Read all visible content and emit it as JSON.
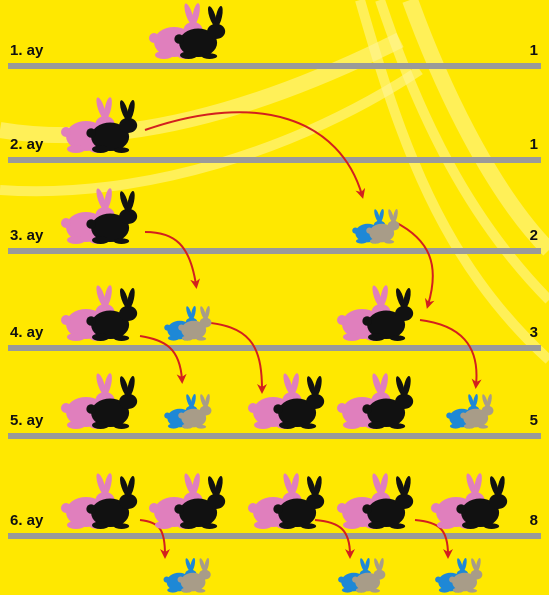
{
  "colors": {
    "background": "#ffe800",
    "ground_line": "#9a9a9a",
    "adult_female": "#e07fbd",
    "adult_male": "#111111",
    "baby_female": "#1e88d6",
    "baby_male": "#a89c88",
    "arrow": "#d2201e",
    "swirl": "#fff6a0"
  },
  "rows": [
    {
      "month": "1. ay",
      "count": "1",
      "pairs": [
        {
          "kind": "adult",
          "slot": 1
        }
      ]
    },
    {
      "month": "2. ay",
      "count": "1",
      "pairs": [
        {
          "kind": "adult",
          "slot": 0
        }
      ]
    },
    {
      "month": "3. ay",
      "count": "2",
      "pairs": [
        {
          "kind": "adult",
          "slot": 0
        },
        {
          "kind": "baby",
          "slot": 3
        }
      ]
    },
    {
      "month": "4. ay",
      "count": "3",
      "pairs": [
        {
          "kind": "adult",
          "slot": 0
        },
        {
          "kind": "baby",
          "slot": 1
        },
        {
          "kind": "adult",
          "slot": 3
        }
      ]
    },
    {
      "month": "5. ay",
      "count": "5",
      "pairs": [
        {
          "kind": "adult",
          "slot": 0
        },
        {
          "kind": "baby",
          "slot": 1
        },
        {
          "kind": "adult",
          "slot": 2
        },
        {
          "kind": "adult",
          "slot": 3
        },
        {
          "kind": "baby",
          "slot": 4
        }
      ]
    },
    {
      "month": "6. ay",
      "count": "8",
      "pairs": [
        {
          "kind": "adult",
          "slot": 0
        },
        {
          "kind": "adult",
          "slot": 1
        },
        {
          "kind": "adult",
          "slot": 2
        },
        {
          "kind": "adult",
          "slot": 3
        },
        {
          "kind": "adult",
          "slot": 4
        }
      ]
    }
  ],
  "bottom_babies": [
    {
      "slot": 0.9
    },
    {
      "slot": 2.7
    },
    {
      "slot": 3.7
    }
  ]
}
